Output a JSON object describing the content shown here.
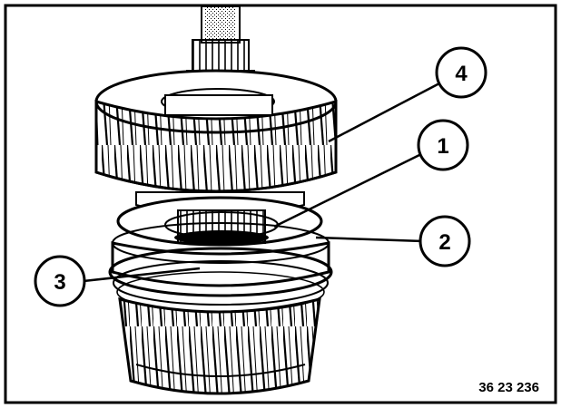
{
  "callouts": [
    {
      "label": "4"
    },
    {
      "label": "1"
    },
    {
      "label": "2"
    },
    {
      "label": "3"
    }
  ],
  "figure_ref": "36 23 236"
}
